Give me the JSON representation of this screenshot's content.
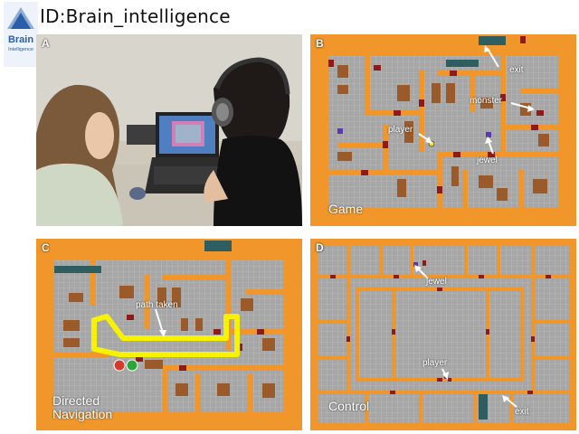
{
  "header": {
    "title": "ID:Brain_intelligence"
  },
  "logo": {
    "line1": "Brain",
    "line2": "Intelligence",
    "color": "#2a5ea8"
  },
  "panels": {
    "a": {
      "letter": "A"
    },
    "b": {
      "letter": "B",
      "mode": "Game",
      "labels": {
        "exit": "exit",
        "monster": "monster",
        "player": "player",
        "jewel": "jewel"
      }
    },
    "c": {
      "letter": "C",
      "mode_line1": "Directed",
      "mode_line2": "Navigation",
      "labels": {
        "path": "path taken"
      }
    },
    "d": {
      "letter": "D",
      "mode": "Control",
      "labels": {
        "jewel": "jewel",
        "player": "player",
        "exit": "exit"
      }
    }
  },
  "colors": {
    "wall": "#f0962a",
    "floor": "#a6a6a6",
    "grid": "#c9c9c9",
    "furniture": "#9a5a2a",
    "door": "#8e1a1a",
    "path": "#f6f200",
    "exit_tile": "#2f5e60"
  }
}
